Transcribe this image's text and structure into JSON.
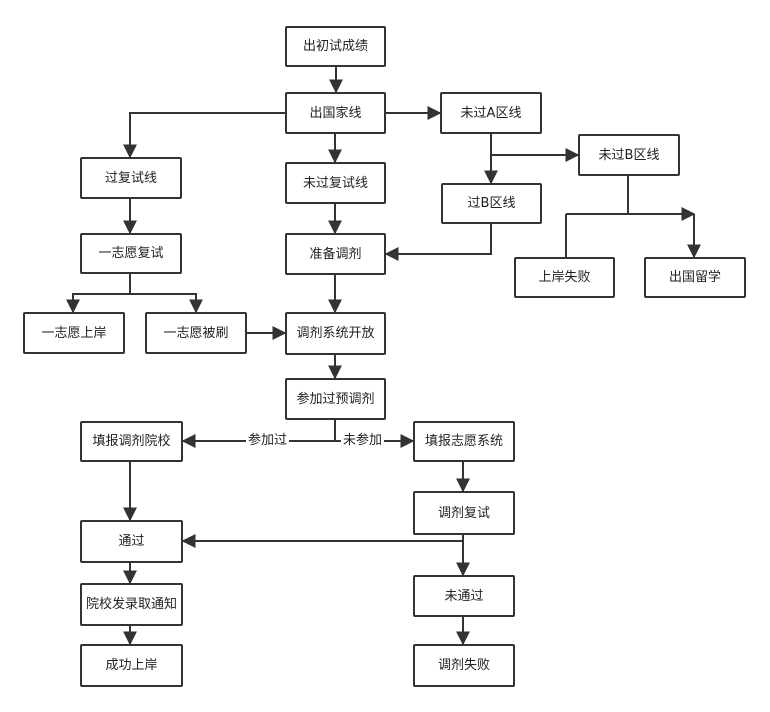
{
  "nodes": {
    "n1": "出初试成绩",
    "n2": "出国家线",
    "n3": "未过A区线",
    "n4": "过复试线",
    "n5": "未过复试线",
    "n6": "未过B区线",
    "n7": "过B区线",
    "n8": "一志愿复试",
    "n9": "准备调剂",
    "n10": "上岸失败",
    "n11": "出国留学",
    "n12": "一志愿上岸",
    "n13": "一志愿被刷",
    "n14": "调剂系统开放",
    "n15": "参加过预调剂",
    "n16": "填报调剂院校",
    "n17": "填报志愿系统",
    "n18": "调剂复试",
    "n19": "通过",
    "n20": "院校发录取通知",
    "n21": "未通过",
    "n22": "成功上岸",
    "n23": "调剂失败"
  },
  "edge_labels": {
    "participated": "参加过",
    "not_participated": "未参加"
  }
}
